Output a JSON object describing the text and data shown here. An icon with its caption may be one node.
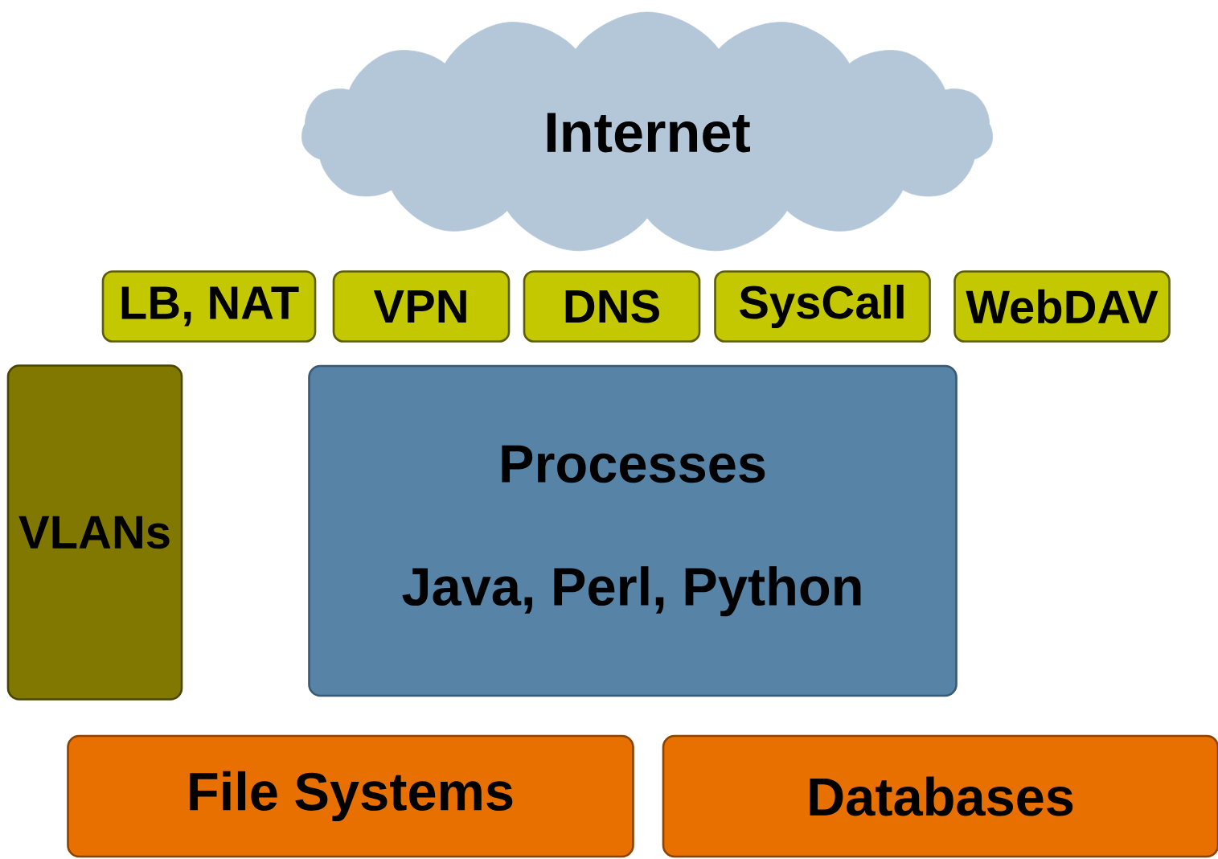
{
  "diagram": {
    "nodes": [
      {
        "text": [
          "Internet"
        ]
      },
      {
        "text": [
          "LB, NAT"
        ]
      },
      {
        "text": [
          "VPN"
        ]
      },
      {
        "text": [
          "DNS"
        ]
      },
      {
        "text": [
          "SysCall"
        ]
      },
      {
        "text": [
          "WebDAV"
        ]
      },
      {
        "text": [
          "VLANs"
        ]
      },
      {
        "text": [
          "Processes",
          "Java, Perl, Python"
        ]
      },
      {
        "text": [
          "File Systems"
        ]
      },
      {
        "text": [
          "Databases"
        ]
      }
    ]
  }
}
